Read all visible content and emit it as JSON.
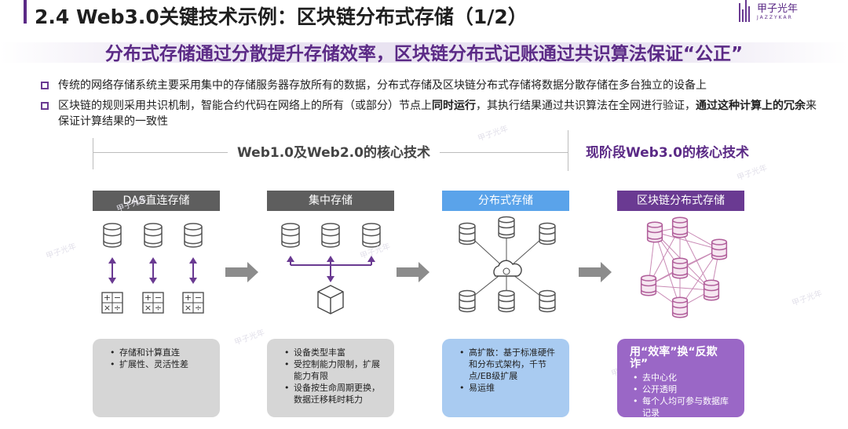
{
  "header": {
    "title": "2.4 Web3.0关键技术示例：区块链分布式存储（1/2）",
    "logo_text": "甲子光年",
    "logo_sub": "JAZZYKAR"
  },
  "subtitle": "分布式存储通过分散提升存储效率，区块链分布式记账通过共识算法保证“公正”",
  "bullets": {
    "b1": "传统的网络存储系统主要采用集中的存储服务器存放所有的数据，分布式存储及区块链分布式存储将数据分散存储在多台独立的设备上",
    "b2_a": "区块链的规则采用共识机制，智能合约代码在网络上的所有（或部分）节点上",
    "b2_bold1": "同时运行",
    "b2_b": "，其执行结果通过共识算法在全网进行验证，",
    "b2_bold2": "通过这种计算上的冗余",
    "b2_c": "来保证计算结果的一致性"
  },
  "sections": {
    "web12": "Web1.0及Web2.0的核心技术",
    "web3": "现阶段Web3.0的核心技术"
  },
  "columns": {
    "das": {
      "head": "DAS直连存储",
      "head_color": "#5e5e5e",
      "points": [
        "存储和计算直连",
        "扩展性、灵活性差"
      ],
      "box_color": "#d6d6d6"
    },
    "central": {
      "head": "集中存储",
      "head_color": "#5e5e5e",
      "points": [
        "设备类型丰富",
        "受控制能力限制，扩展能力有限",
        "设备按生命周期更换，数据迁移耗时耗力"
      ],
      "box_color": "#d6d6d6"
    },
    "distributed": {
      "head": "分布式存储",
      "head_color": "#5aa3ea",
      "points": [
        "高扩散：基于标准硬件和分布式架构，千节点/EB级扩展",
        "易运维"
      ],
      "box_color": "#a9cbf1"
    },
    "blockchain": {
      "head": "区块链分布式存储",
      "head_color": "#6a3a92",
      "box_title": "用“效率”换“反欺诈”",
      "points": [
        "去中心化",
        "公开透明",
        "每个人均可参与数据库记录"
      ],
      "box_color": "#9a67c6"
    }
  },
  "colors": {
    "purple": "#6a3a92",
    "gray_arrow": "#8c8c8c",
    "db_stroke": "#555555",
    "chain_line": "#c98ab5"
  },
  "icons": {
    "database": "database-icon",
    "calculator": "calculator-icon",
    "server_box": "box-icon",
    "cloud": "cloud-sync-icon"
  }
}
